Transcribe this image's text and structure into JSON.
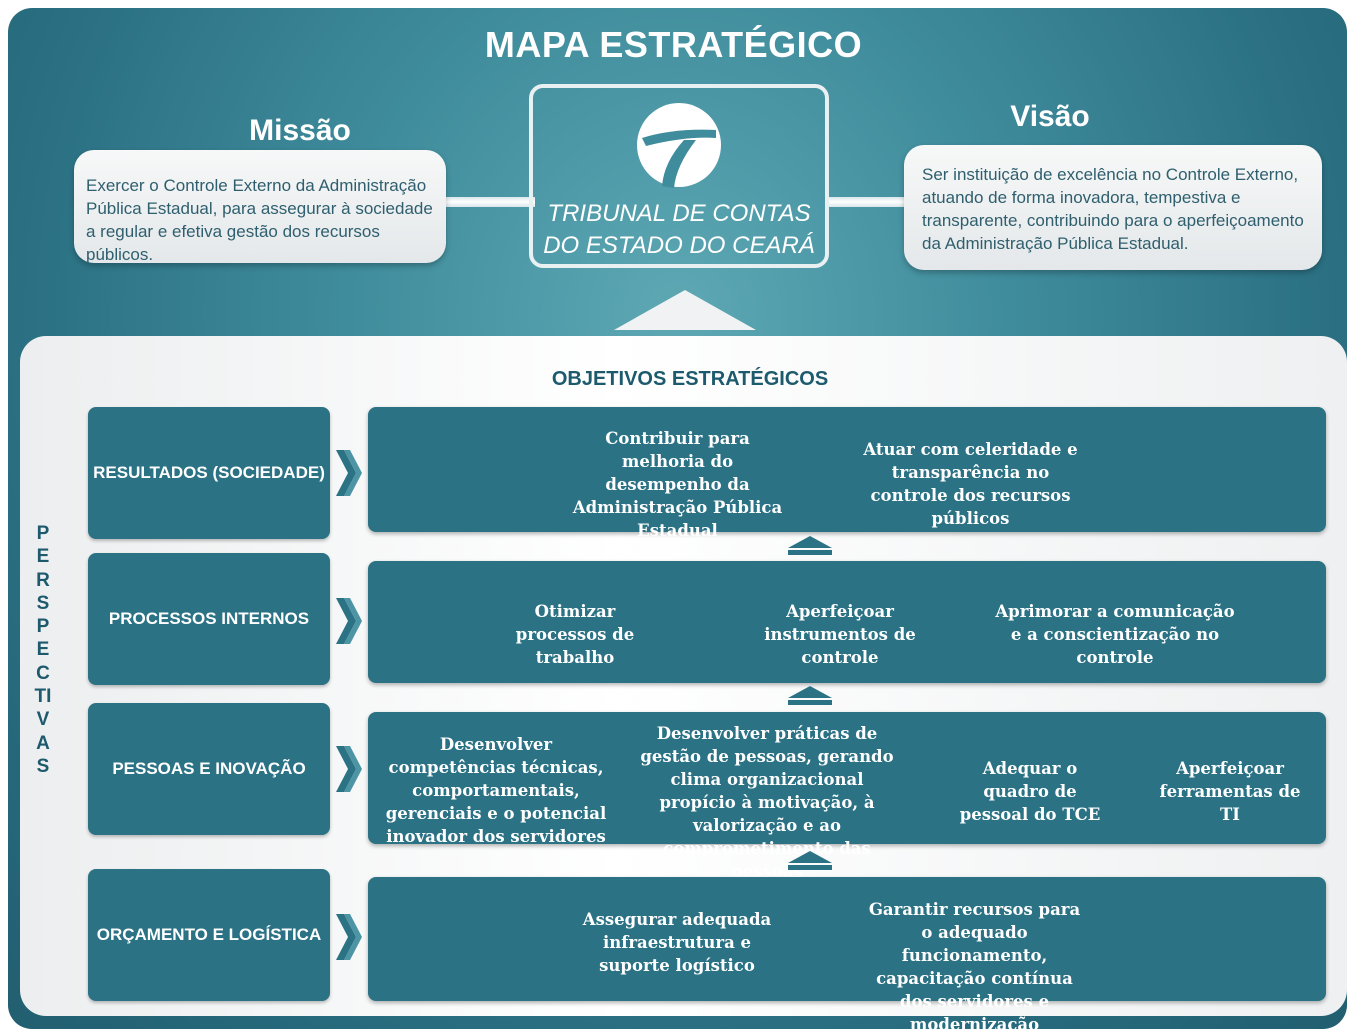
{
  "title": "MAPA ESTRATÉGICO",
  "missao": {
    "heading": "Missão",
    "text": "Exercer o Controle Externo da Administração Pública Estadual, para assegurar à sociedade a regular e efetiva gestão dos recursos públicos."
  },
  "visao": {
    "heading": "Visão",
    "text": "Ser instituição de excelência no Controle Externo, atuando de forma inovadora, tempestiva e transparente, contribuindo para o aperfeiçoamento da Administração Pública Estadual."
  },
  "logo": {
    "line1": "TRIBUNAL DE CONTAS",
    "line2": "DO ESTADO DO CEARÁ",
    "icon": "tce-logo-icon"
  },
  "objetivos_title": "OBJETIVOS ESTRATÉGICOS",
  "perspectivas_label": "PERSPECTIVAS",
  "perspectivas": [
    {
      "name": "RESULTADOS (SOCIEDADE)",
      "objetivos": [
        "Contribuir para melhoria do desempenho da Administração Pública Estadual",
        "Atuar com celeridade e transparência no controle dos recursos públicos"
      ]
    },
    {
      "name": "PROCESSOS INTERNOS",
      "objetivos": [
        "Otimizar processos de trabalho",
        "Aperfeiçoar instrumentos de controle",
        "Aprimorar a comunicação e a conscientização no controle"
      ]
    },
    {
      "name": "PESSOAS E INOVAÇÃO",
      "objetivos": [
        "Desenvolver competências técnicas, comportamentais, gerenciais e o potencial inovador dos servidores",
        "Desenvolver práticas de gestão de pessoas, gerando clima organizacional propício à motivação, à valorização e ao comprometimento das pessoas",
        "Adequar o quadro de pessoal do TCE",
        "Aperfeiçoar ferramentas de TI"
      ]
    },
    {
      "name": "ORÇAMENTO E LOGÍSTICA",
      "objetivos": [
        "Assegurar adequada infraestrutura e suporte logístico",
        "Garantir recursos para o adequado funcionamento, capacitação contínua dos servidores e modernização"
      ]
    }
  ],
  "colors": {
    "teal_dark": "#2b7285",
    "teal_bg": "#3f8c9c",
    "text_dark": "#1e5a6d",
    "white": "#ffffff"
  }
}
